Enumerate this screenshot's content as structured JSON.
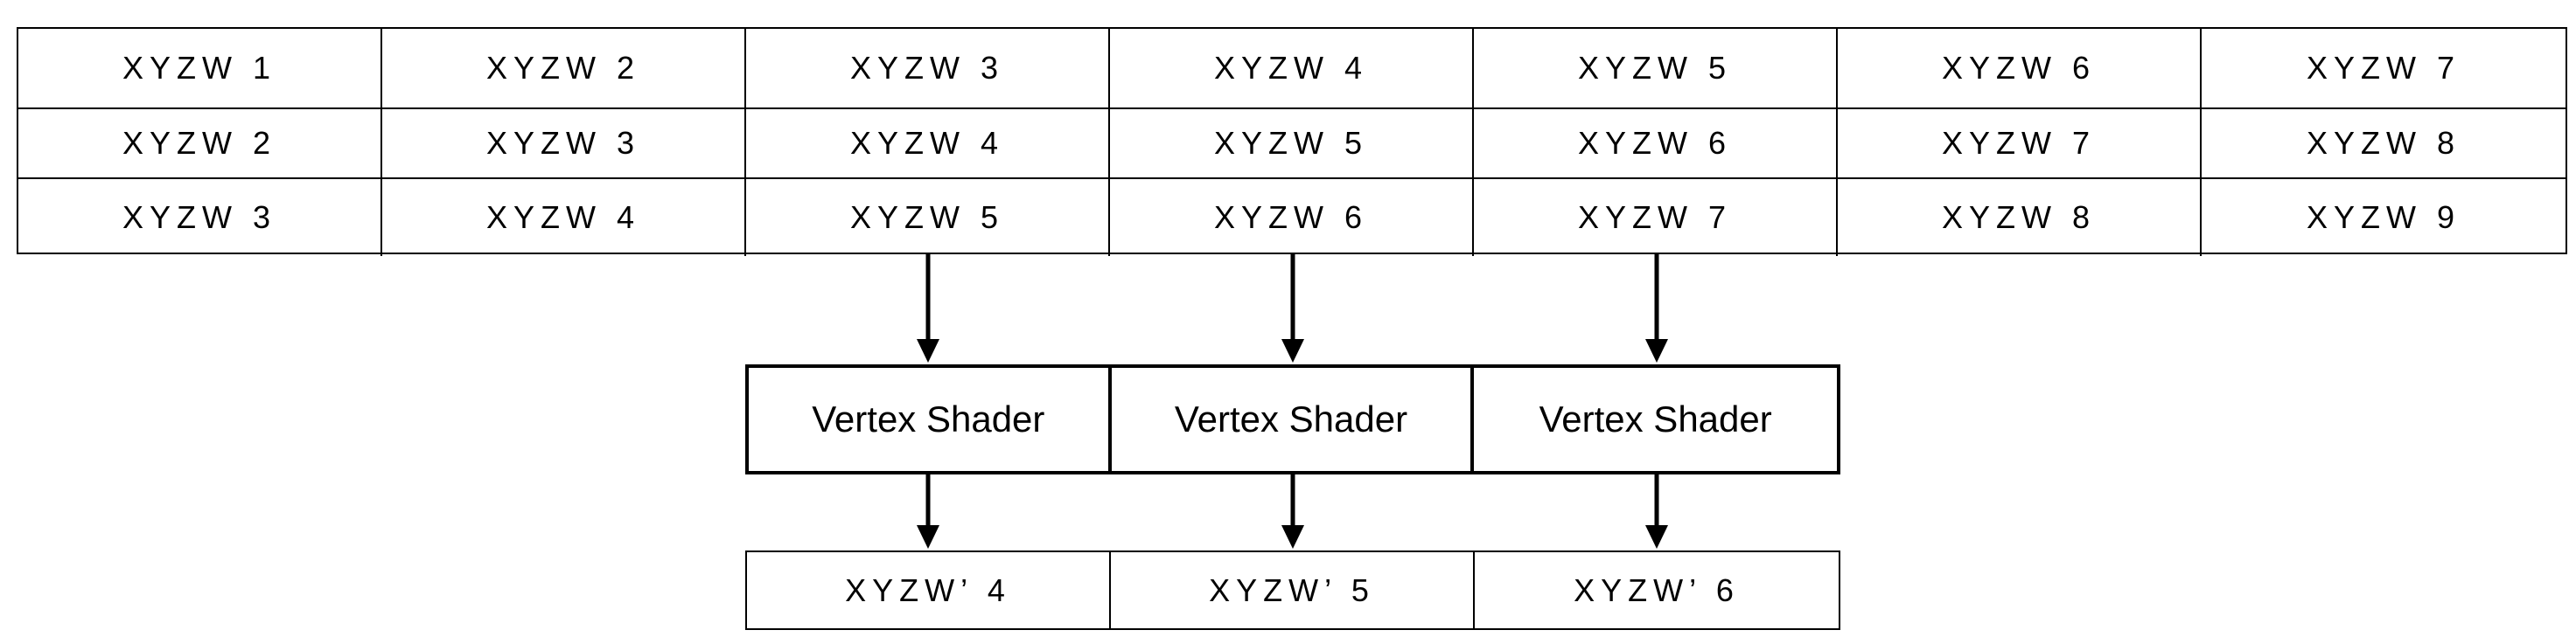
{
  "input_grid": {
    "rows": [
      [
        "XYZW 1",
        "XYZW 2",
        "XYZW 3",
        "XYZW 4",
        "XYZW 5",
        "XYZW 6",
        "XYZW 7"
      ],
      [
        "XYZW 2",
        "XYZW 3",
        "XYZW 4",
        "XYZW 5",
        "XYZW 6",
        "XYZW 7",
        "XYZW 8"
      ],
      [
        "XYZW 3",
        "XYZW 4",
        "XYZW 5",
        "XYZW 6",
        "XYZW 7",
        "XYZW 8",
        "XYZW 9"
      ]
    ]
  },
  "shaders": [
    {
      "label": "Vertex Shader"
    },
    {
      "label": "Vertex Shader"
    },
    {
      "label": "Vertex Shader"
    }
  ],
  "outputs": [
    {
      "label": "XYZW’ 4"
    },
    {
      "label": "XYZW’ 5"
    },
    {
      "label": "XYZW’ 6"
    }
  ],
  "colors": {
    "stroke": "#000000",
    "background": "#ffffff"
  }
}
